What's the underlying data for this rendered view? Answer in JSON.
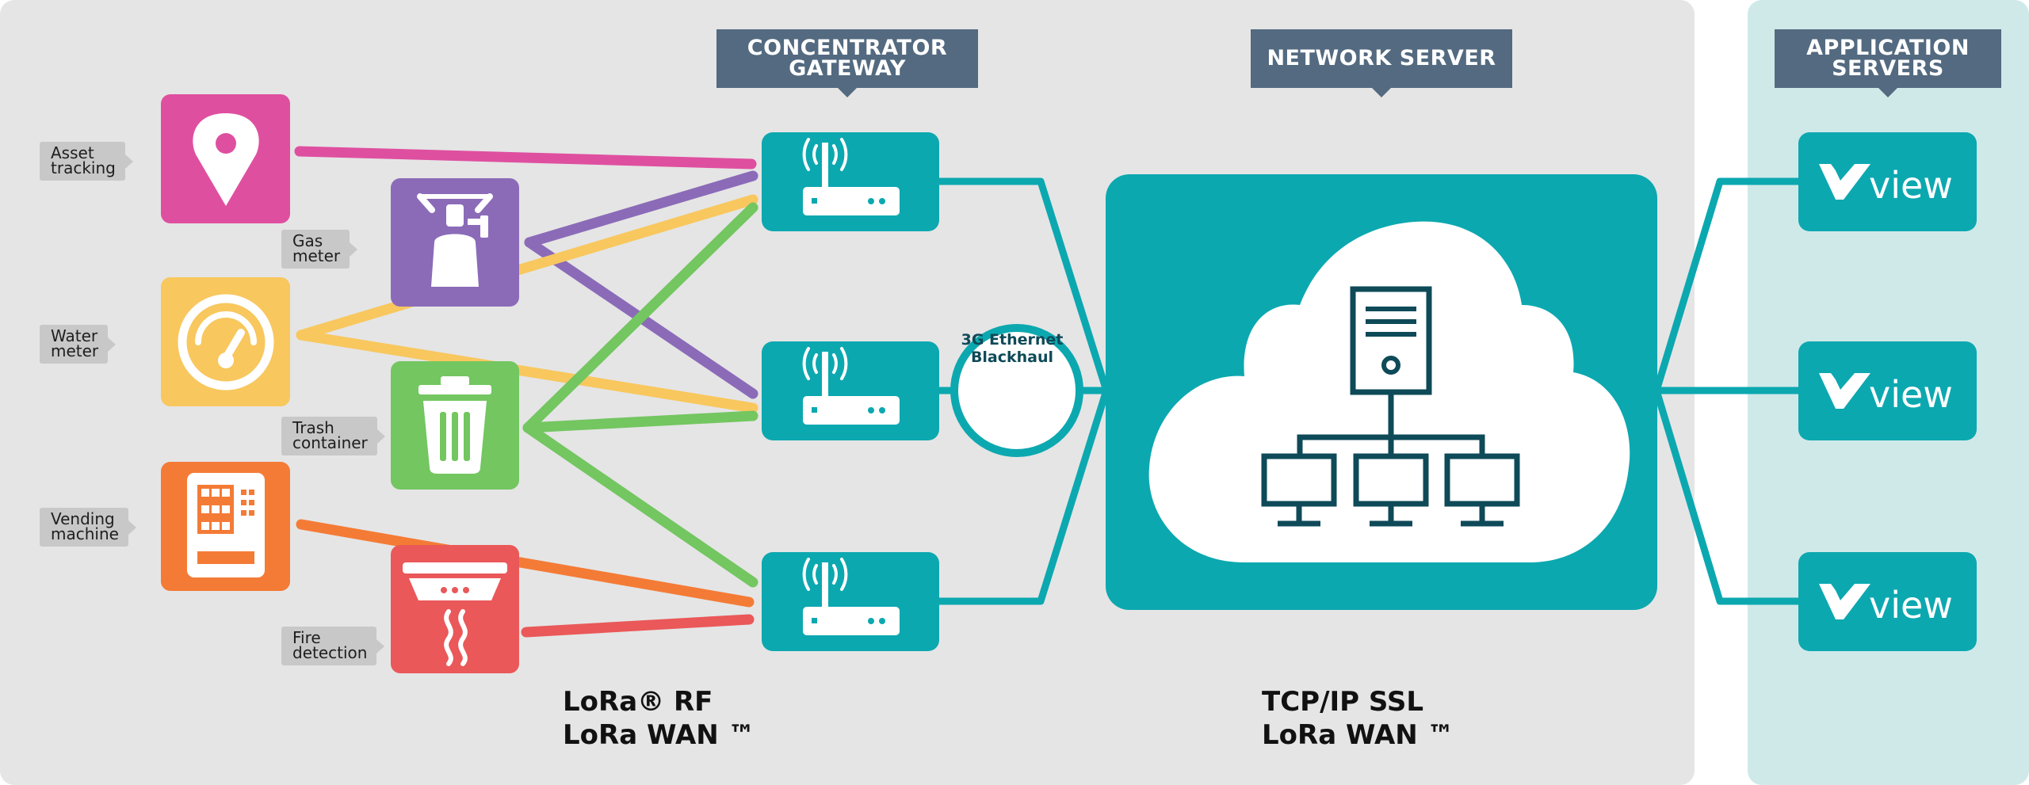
{
  "headers": {
    "gateway": "CONCENTRATOR\nGATEWAY",
    "network": "NETWORK SERVER",
    "application": "APPLICATION\nSERVERS"
  },
  "devices": [
    {
      "label": "Asset\ntracking",
      "icon": "location-pin-icon",
      "color": "#df4fa0"
    },
    {
      "label": "Gas\nmeter",
      "icon": "gas-canister-icon",
      "color": "#8b6bb8"
    },
    {
      "label": "Water\nmeter",
      "icon": "gauge-icon",
      "color": "#f8c75e"
    },
    {
      "label": "Trash\ncontainer",
      "icon": "trash-can-icon",
      "color": "#73c660"
    },
    {
      "label": "Vending\nmachine",
      "icon": "vending-machine-icon",
      "color": "#f47b36"
    },
    {
      "label": "Fire\ndetection",
      "icon": "smoke-detector-icon",
      "color": "#ea5859"
    }
  ],
  "backhaul": "3G Ethernet\nBlackhaul",
  "protocols": {
    "rf": "LoRa® RF\nLoRa WAN ™",
    "tcp": "TCP/IP SSL\nLoRa WAN ™"
  },
  "app_server_text": "view",
  "colors": {
    "panel": "#e5e5e5",
    "app_panel": "#cfe9e9",
    "teal": "#0ca8b0",
    "header": "#536a80",
    "label_bg": "#c8c8c8",
    "dark_teal": "#0e4a58"
  }
}
